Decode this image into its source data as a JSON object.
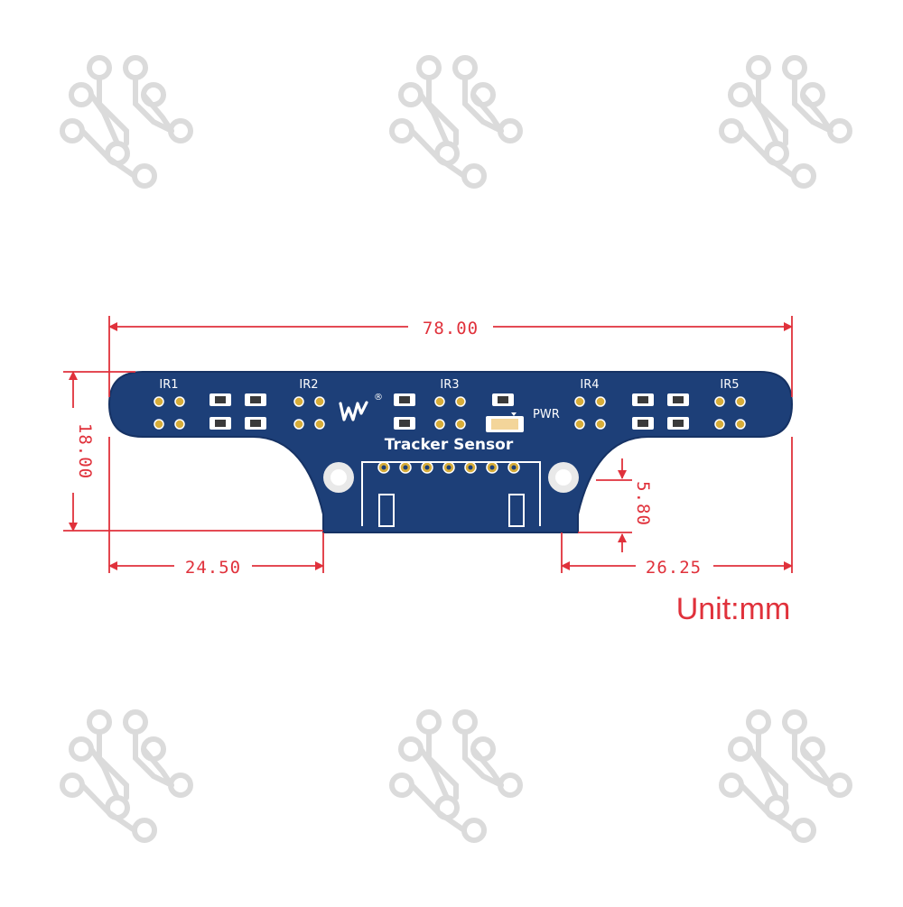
{
  "board": {
    "title": "Tracker Sensor",
    "pwr_label": "PWR",
    "ir_labels": [
      "IR1",
      "IR2",
      "IR3",
      "IR4",
      "IR5"
    ],
    "logo_text": "W",
    "logo_mark": "®",
    "colors": {
      "pcb": "#1d3f78",
      "pad": "#d7ad3a",
      "red": "#e0313b"
    }
  },
  "dimensions": {
    "width_total": "78.00",
    "height": "18.00",
    "left_offset": "24.50",
    "right_offset": "26.25",
    "notch_height": "5.80"
  },
  "unit_label": "Unit:mm",
  "watermark_icon": "circuit-watermark-icon"
}
